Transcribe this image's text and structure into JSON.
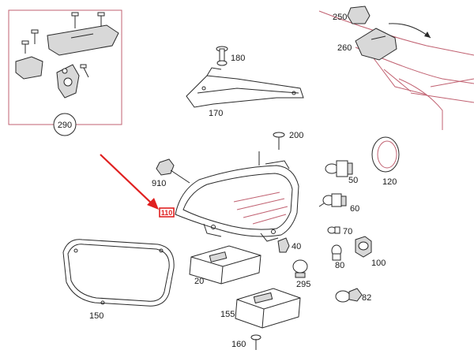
{
  "labels": {
    "l250": "250",
    "l260": "260",
    "l180": "180",
    "l170": "170",
    "l290": "290",
    "l200": "200",
    "l910": "910",
    "l110": "110",
    "l50": "50",
    "l120": "120",
    "l60": "60",
    "l70": "70",
    "l40": "40",
    "l100": "100",
    "l80": "80",
    "l20": "20",
    "l295": "295",
    "l150": "150",
    "l155": "155",
    "l82": "82",
    "l160": "160"
  },
  "colors": {
    "highlight": "#e02020",
    "frame": "#c06070",
    "ink": "#2a2a2a"
  }
}
